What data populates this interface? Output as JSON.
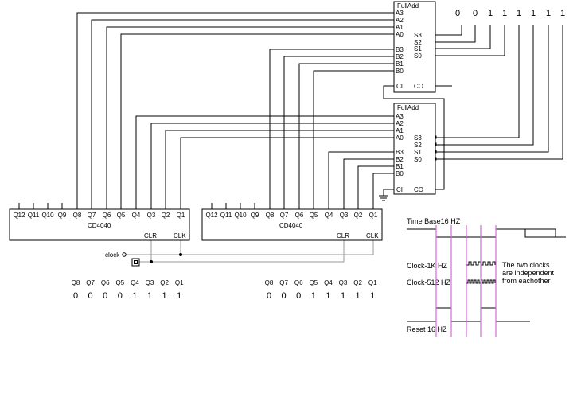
{
  "full_adder_1": {
    "title": "FullAdd",
    "inputs": [
      "A3",
      "A2",
      "A1",
      "A0",
      "B3",
      "B2",
      "B1",
      "B0"
    ],
    "sum_outputs": [
      "S3",
      "S2",
      "S1",
      "S0"
    ],
    "carry_in": "CI",
    "carry_out": "CO"
  },
  "full_adder_2": {
    "title": "FullAdd",
    "inputs": [
      "A3",
      "A2",
      "A1",
      "A0",
      "B3",
      "B2",
      "B1",
      "B0"
    ],
    "sum_outputs": [
      "S3",
      "S2",
      "S1",
      "S0"
    ],
    "carry_in": "CI",
    "carry_out": "CO"
  },
  "output_bits": [
    "0",
    "0",
    "1",
    "1",
    "1",
    "1",
    "1",
    "1"
  ],
  "counter_1": {
    "name": "CD4040",
    "pins": [
      "Q12",
      "Q11",
      "Q10",
      "Q9",
      "Q8",
      "Q7",
      "Q6",
      "Q5",
      "Q4",
      "Q3",
      "Q2",
      "Q1"
    ],
    "clr": "CLR",
    "clk": "CLK"
  },
  "counter_2": {
    "name": "CD4040",
    "pins": [
      "Q12",
      "Q11",
      "Q10",
      "Q9",
      "Q8",
      "Q7",
      "Q6",
      "Q5",
      "Q4",
      "Q3",
      "Q2",
      "Q1"
    ],
    "clr": "CLR",
    "clk": "CLK"
  },
  "clock_label": "clock",
  "readout_1": {
    "headers": [
      "Q8",
      "Q7",
      "Q6",
      "Q5",
      "Q4",
      "Q3",
      "Q2",
      "Q1"
    ],
    "values": [
      "0",
      "0",
      "0",
      "0",
      "1",
      "1",
      "1",
      "1"
    ]
  },
  "readout_2": {
    "headers": [
      "Q8",
      "Q7",
      "Q6",
      "Q5",
      "Q4",
      "Q3",
      "Q2",
      "Q1"
    ],
    "values": [
      "0",
      "0",
      "0",
      "1",
      "1",
      "1",
      "1",
      "1"
    ]
  },
  "timing": {
    "time_base": "Time Base16 HZ",
    "clock_1k": "Clock-1K HZ",
    "clock_512": "Clock-512 HZ",
    "reset": "Reset 16 HZ",
    "note": [
      "The two clocks",
      "are independent",
      "from eachother"
    ]
  },
  "colors": {
    "wire": "#000000",
    "clock_wire": "#9a9a9a",
    "marker": "#d46bd4"
  }
}
